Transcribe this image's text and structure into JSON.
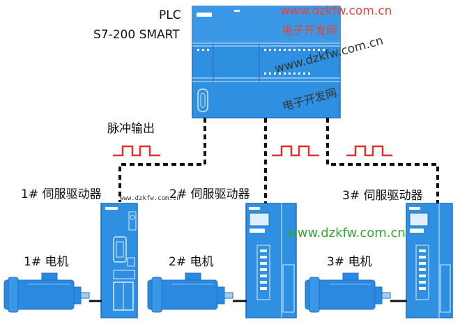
{
  "plc": {
    "line1": "PLC",
    "line2": "S7-200 SMART"
  },
  "pulse_label": "脉冲输出",
  "drives": [
    {
      "label": "1# 伺服驱动器"
    },
    {
      "label": "2# 伺服驱动器"
    },
    {
      "label": "3# 伺服驱动器"
    }
  ],
  "motors": [
    {
      "label": "1# 电机"
    },
    {
      "label": "2# 电机"
    },
    {
      "label": "3# 电机"
    }
  ],
  "watermarks": {
    "top_url": "www.dzkfw.com.cn",
    "top_cn": "电子开发网",
    "diag_url": "www.dzkfw.com.cn",
    "diag_cn": "电子开发网",
    "small_url": "www.dzkfw.com.cn",
    "green_url": "www.dzkfw.com.cn"
  },
  "colors": {
    "device_fill": "#2f8fe0",
    "device_stroke": "#1f6fbf",
    "motor_fill": "#2b8ae0",
    "pulse": "#e03030",
    "wire": "#111111",
    "watermark_red": "#e0463a",
    "watermark_green": "#2fa82f"
  }
}
